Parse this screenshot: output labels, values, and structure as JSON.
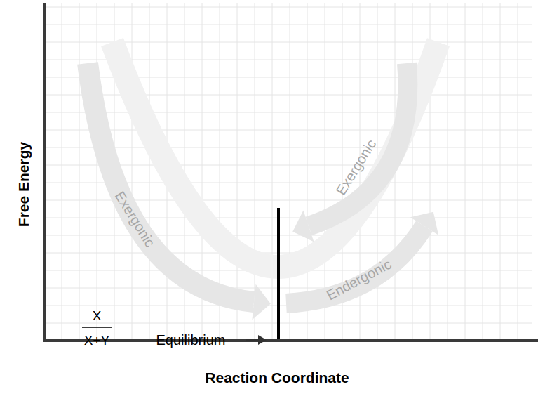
{
  "diagram": {
    "labels": [
      "Free Energy",
      "Reaction Coordinate",
      "Exergonic",
      "Exergonic",
      "Endergonic",
      "X",
      "X+Y",
      "Equilibrium"
    ]
  }
}
